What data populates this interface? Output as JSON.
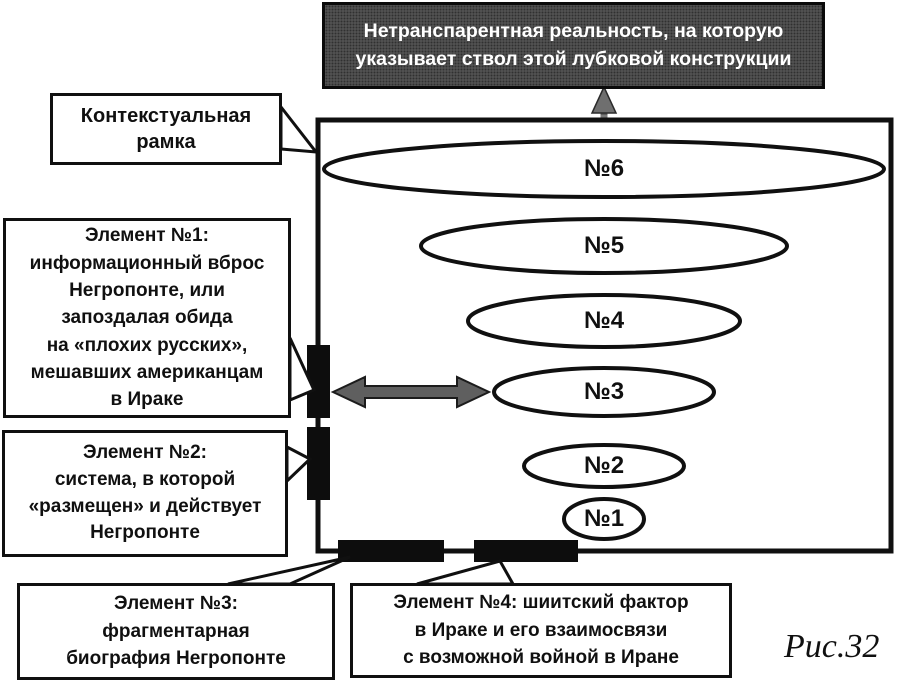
{
  "figure": {
    "caption": "Рис.32",
    "kind": "scanned-book-diagram"
  },
  "colors": {
    "paper": "#ffffff",
    "ink": "#101010",
    "top_box_background": "#4e4e4e",
    "top_box_text": "#ffffff",
    "connector_gray": "#6f6f6f",
    "double_arrow_gray": "#5f5f5f"
  },
  "top_box": {
    "text": "Нетранспарентная реальность, на которую\nуказывает ствол этой лубковой конструкции"
  },
  "callouts": {
    "context": {
      "text": "Контекстуальная\nрамка"
    },
    "element1": {
      "text": "Элемент №1:\nинформационный вброс\nНегропонте, или\nзапоздалая обида\nна «плохих русских»,\nмешавших американцам\nв Ираке"
    },
    "element2": {
      "text": "Элемент №2:\nсистема, в которой\n«размещен» и действует\nНегропонте"
    },
    "element3": {
      "text": "Элемент №3:\nфрагментарная\nбиография Негропонте"
    },
    "element4": {
      "text": "Элемент №4: шиитский фактор\nв Ираке и его взаимосвязи\nс возможной войной в Иране"
    }
  },
  "levels": [
    {
      "label": "№6"
    },
    {
      "label": "№5"
    },
    {
      "label": "№4"
    },
    {
      "label": "№3"
    },
    {
      "label": "№2"
    },
    {
      "label": "№1"
    }
  ],
  "icons": {
    "trunk_arrow": "up-arrow",
    "link_arrow": "double-headed-arrow"
  }
}
